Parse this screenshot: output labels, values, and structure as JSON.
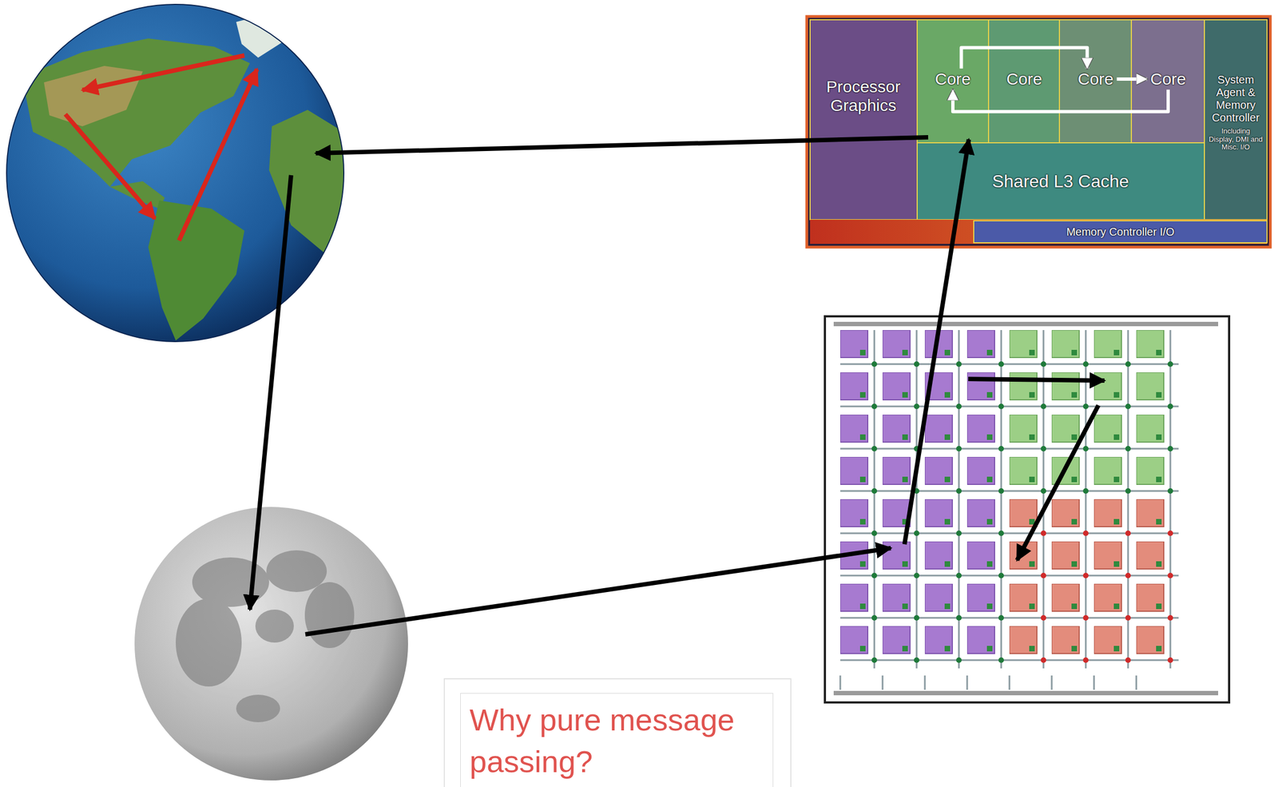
{
  "diagram": {
    "nodes": [
      {
        "text": [
          "Processor Graphics"
        ]
      },
      {
        "text": [
          "Core"
        ]
      },
      {
        "text": [
          "Core"
        ]
      },
      {
        "text": [
          "Core"
        ]
      },
      {
        "text": [
          "Core"
        ]
      },
      {
        "text": [
          "System Agent & Memory Controller",
          "Including Display, DMI and Misc. I/O"
        ]
      },
      {
        "text": [
          "Shared L3 Cache"
        ]
      },
      {
        "text": [
          "Memory Controller I/O"
        ]
      },
      {
        "text": [
          "Why pure message passing?"
        ]
      }
    ],
    "edges": [
      {
        "from": 1,
        "to": 3,
        "arrow": "to"
      },
      {
        "from": 3,
        "to": 4,
        "arrow": "to"
      },
      {
        "from": 4,
        "to": 1,
        "arrow": "to"
      }
    ]
  }
}
